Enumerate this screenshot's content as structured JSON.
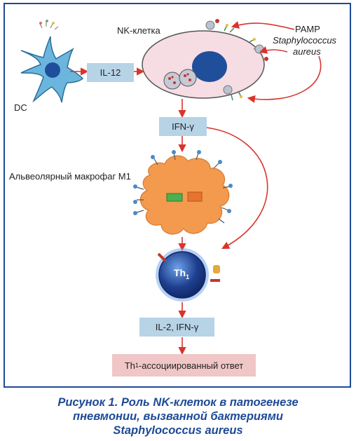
{
  "labels": {
    "nk_cell": "NK-клетка",
    "pamp": "PAMP",
    "staph_line1": "Staphylococcus",
    "staph_line2": "aureus",
    "dc": "DC",
    "macrophage": "Альвеолярный макрофаг М1",
    "th1_main": "Th",
    "th1_sub": "1"
  },
  "boxes": {
    "il12": "IL-12",
    "ifn_gamma": "IFN-γ",
    "il2_ifn": "IL-2, IFN-γ",
    "th1_response_main": "Th",
    "th1_response_sub": "1",
    "th1_response_rest": "-ассоциированный ответ"
  },
  "caption": {
    "line1": "Рисунок 1. Роль NK-клеток в патогенезе",
    "line2": "пневмонии, вызванной бактериями",
    "line3": "Staphylococcus aureus"
  },
  "colors": {
    "frame": "#1e4a96",
    "arrow": "#d9342b",
    "nk_cell_fill": "#f6dde3",
    "nucleus": "#1f4f9a",
    "dc_fill": "#6cb6de",
    "macrophage_fill": "#f39a4e",
    "th1_fill": "#1e3f8f"
  }
}
